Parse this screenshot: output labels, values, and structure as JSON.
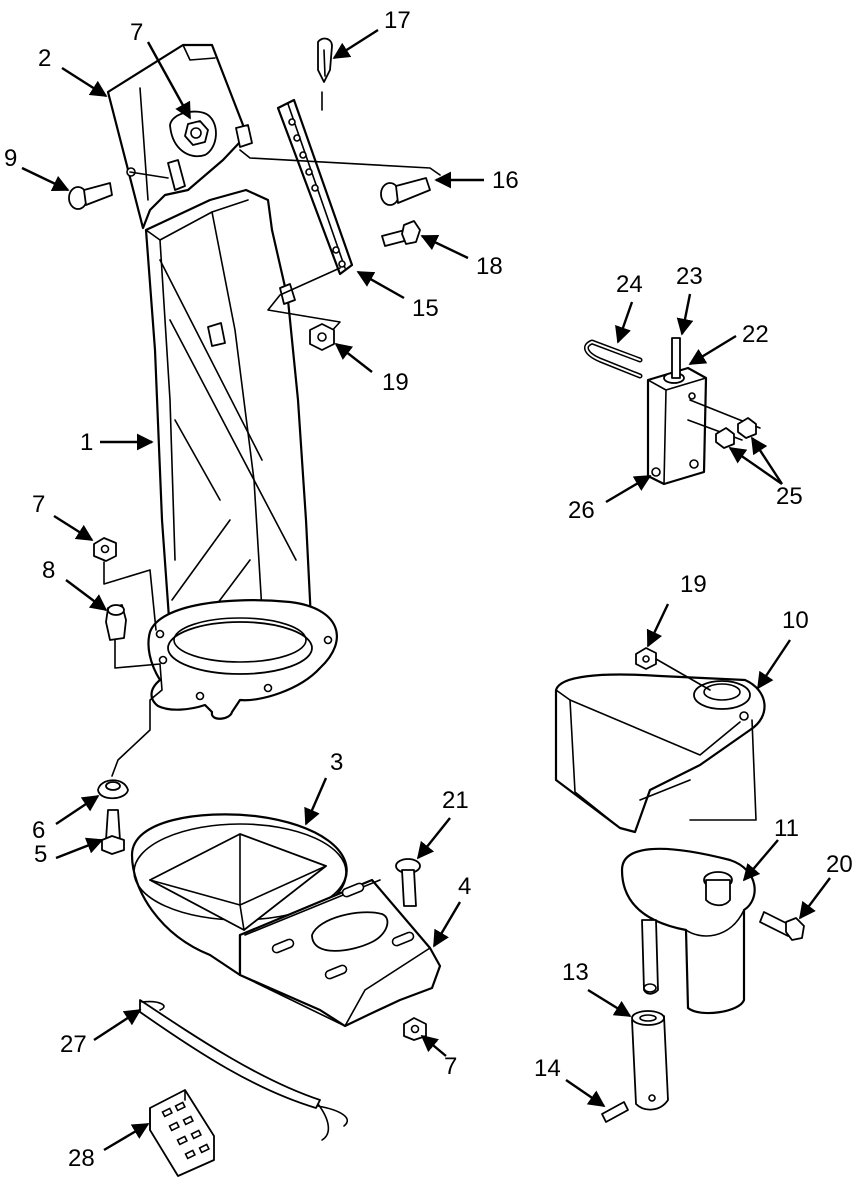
{
  "callouts": [
    {
      "id": "c17a",
      "text": "17"
    },
    {
      "id": "c7a",
      "text": "7"
    },
    {
      "id": "c2",
      "text": "2"
    },
    {
      "id": "c9",
      "text": "9"
    },
    {
      "id": "c16",
      "text": "16"
    },
    {
      "id": "c18",
      "text": "18"
    },
    {
      "id": "c15",
      "text": "15"
    },
    {
      "id": "c19a",
      "text": "19"
    },
    {
      "id": "c1",
      "text": "1"
    },
    {
      "id": "c24",
      "text": "24"
    },
    {
      "id": "c23",
      "text": "23"
    },
    {
      "id": "c22",
      "text": "22"
    },
    {
      "id": "c26",
      "text": "26"
    },
    {
      "id": "c25",
      "text": "25"
    },
    {
      "id": "c7b",
      "text": "7"
    },
    {
      "id": "c8",
      "text": "8"
    },
    {
      "id": "c19b",
      "text": "19"
    },
    {
      "id": "c10",
      "text": "10"
    },
    {
      "id": "c3",
      "text": "3"
    },
    {
      "id": "c21",
      "text": "21"
    },
    {
      "id": "c6",
      "text": "6"
    },
    {
      "id": "c5",
      "text": "5"
    },
    {
      "id": "c4",
      "text": "4"
    },
    {
      "id": "c11",
      "text": "11"
    },
    {
      "id": "c20",
      "text": "20"
    },
    {
      "id": "c13",
      "text": "13"
    },
    {
      "id": "c7c",
      "text": "7"
    },
    {
      "id": "c27",
      "text": "27"
    },
    {
      "id": "c14",
      "text": "14"
    },
    {
      "id": "c28",
      "text": "28"
    }
  ]
}
